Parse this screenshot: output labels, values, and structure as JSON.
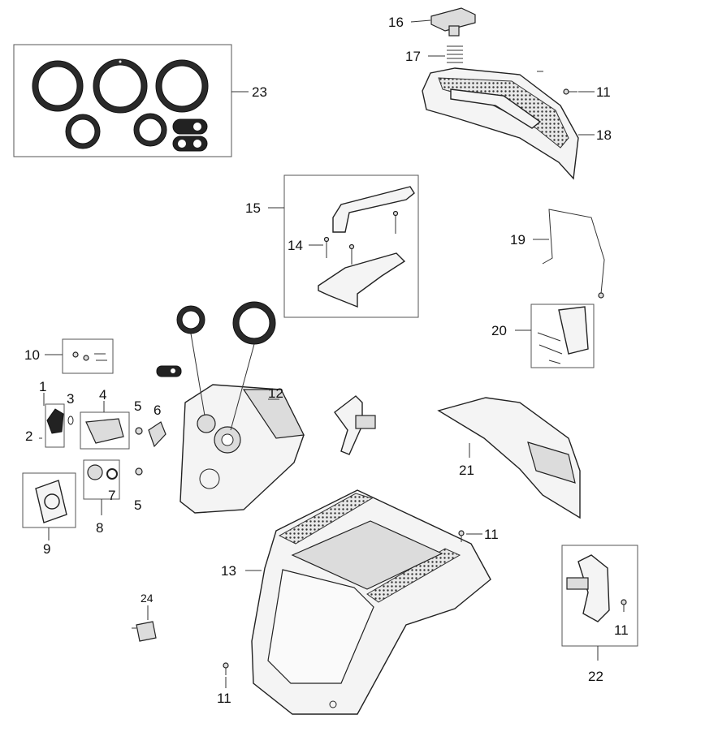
{
  "labels": {
    "p1": "1",
    "p2": "2",
    "p3": "3",
    "p4": "4",
    "p5a": "5",
    "p5b": "5",
    "p6": "6",
    "p7": "7",
    "p8": "8",
    "p9": "9",
    "p10": "10",
    "p11a": "11",
    "p11b": "11",
    "p11c": "11",
    "p11d": "11",
    "p12": "12",
    "p13": "13",
    "p14": "14",
    "p15": "15",
    "p16": "16",
    "p17": "17",
    "p18": "18",
    "p19": "19",
    "p20": "20",
    "p21": "21",
    "p22": "22",
    "p23": "23",
    "p24": "24"
  },
  "colors": {
    "line": "#222222",
    "fill": "#f4f4f4",
    "dark": "#222222",
    "box": "#555555"
  }
}
